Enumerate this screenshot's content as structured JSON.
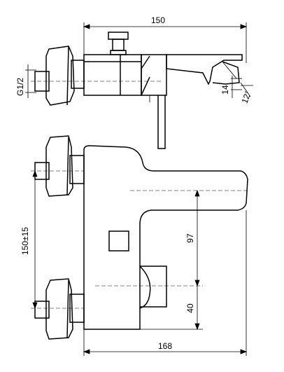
{
  "dimensions": {
    "top_width": "150",
    "thread": "G1/2",
    "spout_height": "14",
    "spout_angle": "12°",
    "inlet_spacing": "150±15",
    "inlet_to_spout": "97",
    "outlet_height": "40",
    "overall_depth": "168"
  }
}
